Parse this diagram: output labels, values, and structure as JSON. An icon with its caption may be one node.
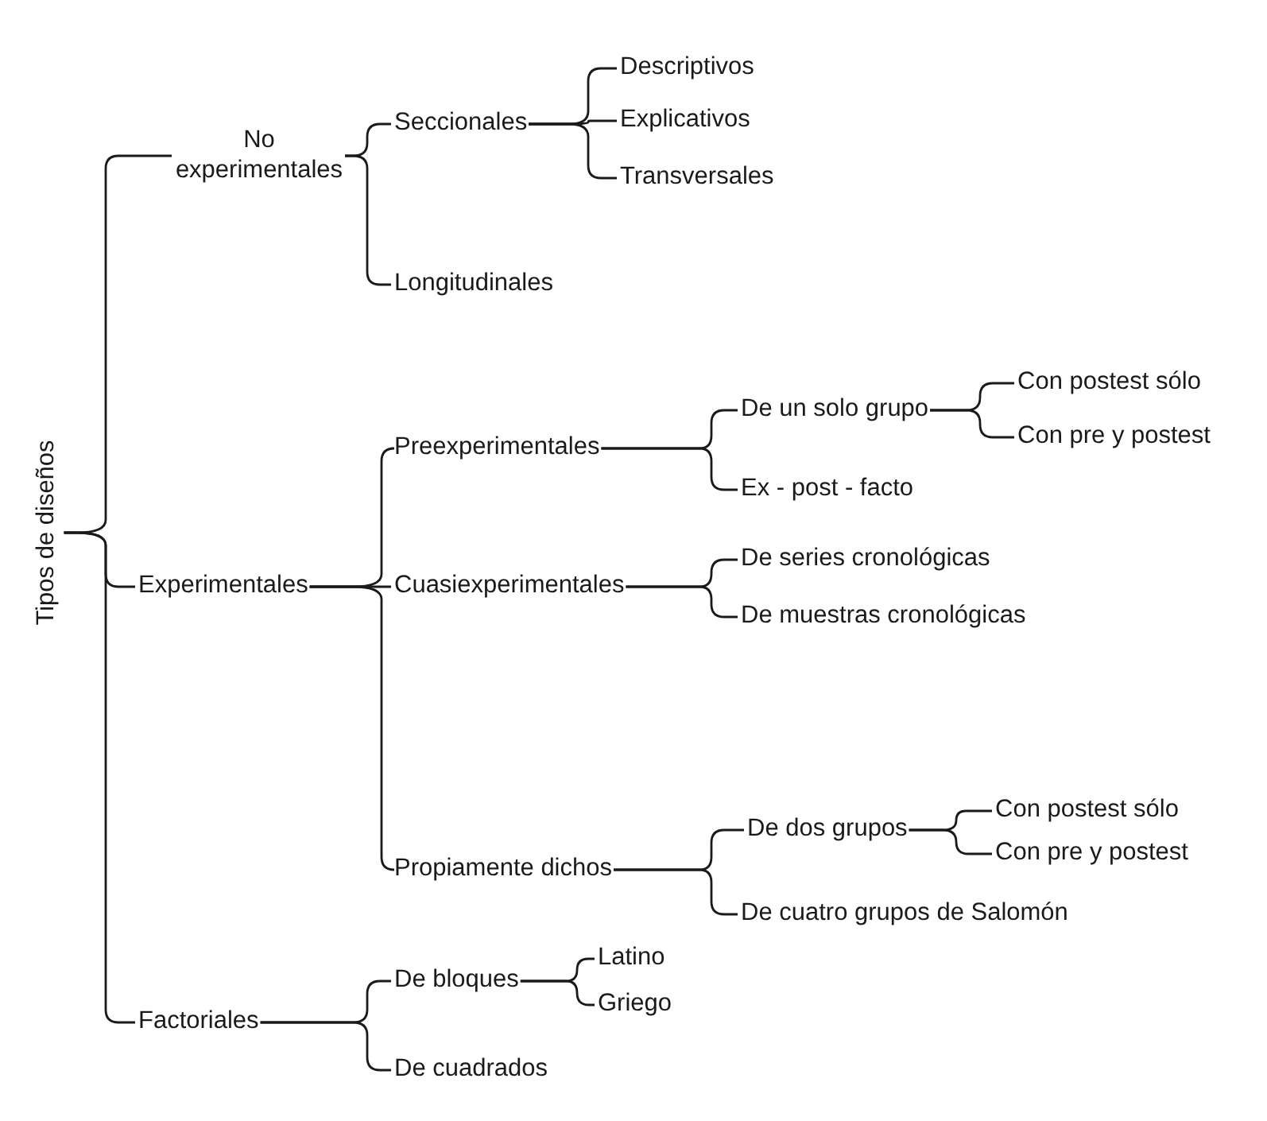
{
  "diagram": {
    "nodes": [
      {
        "text": [
          "Tipos de diseños"
        ]
      },
      {
        "text": [
          "No experimentales"
        ]
      },
      {
        "text": [
          "Seccionales"
        ]
      },
      {
        "text": [
          "Descriptivos"
        ]
      },
      {
        "text": [
          "Explicativos"
        ]
      },
      {
        "text": [
          "Transversales"
        ]
      },
      {
        "text": [
          "Longitudinales"
        ]
      },
      {
        "text": [
          "Experimentales"
        ]
      },
      {
        "text": [
          "Preexperimentales"
        ]
      },
      {
        "text": [
          "De un solo grupo"
        ]
      },
      {
        "text": [
          "Con postest sólo"
        ]
      },
      {
        "text": [
          "Con pre y postest"
        ]
      },
      {
        "text": [
          "Ex - post - facto"
        ]
      },
      {
        "text": [
          "Cuasiexperimentales"
        ]
      },
      {
        "text": [
          "De series cronológicas"
        ]
      },
      {
        "text": [
          "De muestras cronológicas"
        ]
      },
      {
        "text": [
          "Propiamente dichos"
        ]
      },
      {
        "text": [
          "De dos grupos"
        ]
      },
      {
        "text": [
          "Con postest sólo"
        ]
      },
      {
        "text": [
          "Con pre y postest"
        ]
      },
      {
        "text": [
          "De cuatro grupos de Salomón"
        ]
      },
      {
        "text": [
          "Factoriales"
        ]
      },
      {
        "text": [
          "De bloques"
        ]
      },
      {
        "text": [
          "Latino"
        ]
      },
      {
        "text": [
          "Griego"
        ]
      },
      {
        "text": [
          "De cuadrados"
        ]
      }
    ],
    "edges": [
      {
        "from": 0,
        "to": 1,
        "arrow": "none"
      },
      {
        "from": 0,
        "to": 7,
        "arrow": "none"
      },
      {
        "from": 0,
        "to": 21,
        "arrow": "none"
      },
      {
        "from": 1,
        "to": 2,
        "arrow": "none"
      },
      {
        "from": 1,
        "to": 6,
        "arrow": "none"
      },
      {
        "from": 2,
        "to": 3,
        "arrow": "none"
      },
      {
        "from": 2,
        "to": 4,
        "arrow": "none"
      },
      {
        "from": 2,
        "to": 5,
        "arrow": "none"
      },
      {
        "from": 7,
        "to": 8,
        "arrow": "none"
      },
      {
        "from": 7,
        "to": 13,
        "arrow": "none"
      },
      {
        "from": 7,
        "to": 16,
        "arrow": "none"
      },
      {
        "from": 8,
        "to": 9,
        "arrow": "none"
      },
      {
        "from": 8,
        "to": 12,
        "arrow": "none"
      },
      {
        "from": 9,
        "to": 10,
        "arrow": "none"
      },
      {
        "from": 9,
        "to": 11,
        "arrow": "none"
      },
      {
        "from": 13,
        "to": 14,
        "arrow": "none"
      },
      {
        "from": 13,
        "to": 15,
        "arrow": "none"
      },
      {
        "from": 16,
        "to": 17,
        "arrow": "none"
      },
      {
        "from": 16,
        "to": 20,
        "arrow": "none"
      },
      {
        "from": 17,
        "to": 18,
        "arrow": "none"
      },
      {
        "from": 17,
        "to": 19,
        "arrow": "none"
      },
      {
        "from": 21,
        "to": 22,
        "arrow": "none"
      },
      {
        "from": 21,
        "to": 25,
        "arrow": "none"
      },
      {
        "from": 22,
        "to": 23,
        "arrow": "none"
      },
      {
        "from": 22,
        "to": 24,
        "arrow": "none"
      }
    ]
  }
}
